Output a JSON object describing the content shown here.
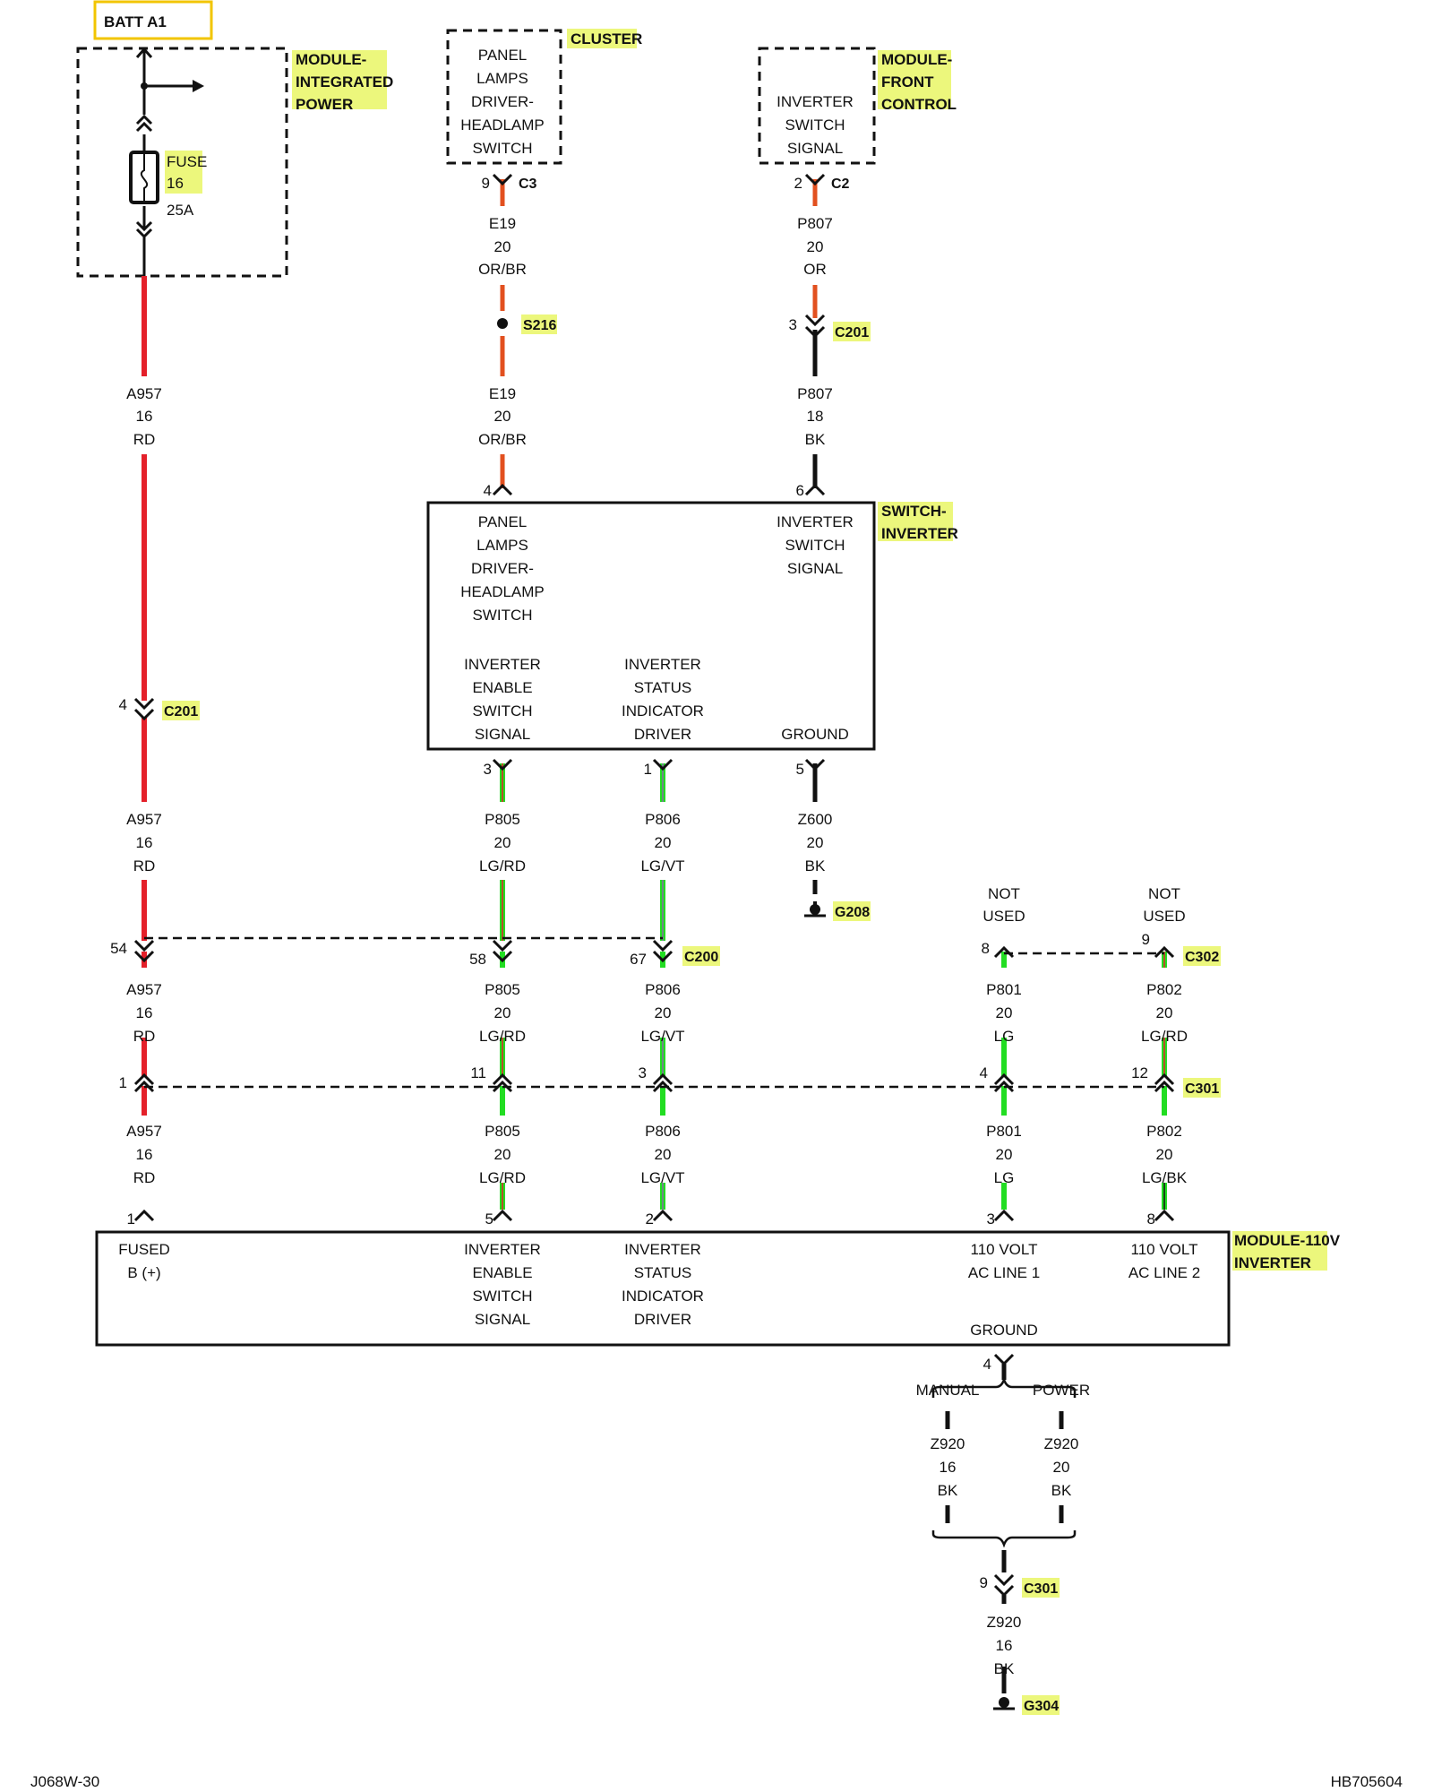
{
  "colors": {
    "wire_red": "#e4202a",
    "wire_orange": "#e2501f",
    "wire_green": "#22dd22",
    "wire_black": "#111111",
    "highlight": "#ecf77c",
    "batt_border": "#f2c500"
  },
  "source": {
    "label": "BATT A1"
  },
  "modules": {
    "integrated_power": {
      "name": [
        "MODULE-",
        "INTEGRATED",
        "POWER"
      ]
    },
    "cluster": {
      "name": "CLUSTER",
      "lines": [
        "PANEL",
        "LAMPS",
        "DRIVER-",
        "HEADLAMP",
        "SWITCH"
      ]
    },
    "front_control": {
      "name": [
        "MODULE-",
        "FRONT",
        "CONTROL"
      ],
      "lines": [
        "INVERTER",
        "SWITCH",
        "SIGNAL"
      ]
    },
    "switch_inverter": {
      "name": [
        "SWITCH-",
        "INVERTER"
      ],
      "panel_lamps": [
        "PANEL",
        "LAMPS",
        "DRIVER-",
        "HEADLAMP",
        "SWITCH"
      ],
      "inverter_switch": [
        "INVERTER",
        "SWITCH",
        "SIGNAL"
      ],
      "enable": [
        "INVERTER",
        "ENABLE",
        "SWITCH",
        "SIGNAL"
      ],
      "status": [
        "INVERTER",
        "STATUS",
        "INDICATOR",
        "DRIVER"
      ],
      "ground": "GROUND"
    },
    "inverter_110v": {
      "name": [
        "MODULE-110V",
        "INVERTER"
      ],
      "fused": [
        "FUSED",
        "B (+)"
      ],
      "enable": [
        "INVERTER",
        "ENABLE",
        "SWITCH",
        "SIGNAL"
      ],
      "status": [
        "INVERTER",
        "STATUS",
        "INDICATOR",
        "DRIVER"
      ],
      "ac1": [
        "110 VOLT",
        "AC LINE 1"
      ],
      "ac2": [
        "110 VOLT",
        "AC LINE 2"
      ],
      "ground": "GROUND"
    }
  },
  "fuse": {
    "label": [
      "FUSE",
      "16"
    ],
    "rating": "25A"
  },
  "connectors": {
    "c3": "C3",
    "c2": "C2",
    "c201": "C201",
    "s216": "S216",
    "c200": "C200",
    "c302": "C302",
    "c301": "C301",
    "g208": "G208",
    "g304": "G304"
  },
  "pins": {
    "cluster_9": "9",
    "front_2": "2",
    "c201_3": "3",
    "sw_4": "4",
    "sw_6": "6",
    "c201_4": "4",
    "sw_3": "3",
    "sw_1": "1",
    "sw_5": "5",
    "c200_54": "54",
    "c200_58": "58",
    "c200_67": "67",
    "c302_8": "8",
    "c302_9": "9",
    "c301_1": "1",
    "c301_11": "11",
    "c301_3": "3",
    "c301_4": "4",
    "c301_12": "12",
    "inv_1": "1",
    "inv_5": "5",
    "inv_2": "2",
    "inv_3": "3",
    "inv_8": "8",
    "inv_4": "4",
    "c301_9": "9"
  },
  "wires": {
    "e19_a": [
      "E19",
      "20",
      "OR/BR"
    ],
    "e19_b": [
      "E19",
      "20",
      "OR/BR"
    ],
    "p807_a": [
      "P807",
      "20",
      "OR"
    ],
    "p807_b": [
      "P807",
      "18",
      "BK"
    ],
    "a957_a": [
      "A957",
      "16",
      "RD"
    ],
    "a957_b": [
      "A957",
      "16",
      "RD"
    ],
    "a957_c": [
      "A957",
      "16",
      "RD"
    ],
    "a957_d": [
      "A957",
      "16",
      "RD"
    ],
    "p805_a": [
      "P805",
      "20",
      "LG/RD"
    ],
    "p805_b": [
      "P805",
      "20",
      "LG/RD"
    ],
    "p805_c": [
      "P805",
      "20",
      "LG/RD"
    ],
    "p806_a": [
      "P806",
      "20",
      "LG/VT"
    ],
    "p806_b": [
      "P806",
      "20",
      "LG/VT"
    ],
    "p806_c": [
      "P806",
      "20",
      "LG/VT"
    ],
    "z600": [
      "Z600",
      "20",
      "BK"
    ],
    "p801_a": [
      "P801",
      "20",
      "LG"
    ],
    "p801_b": [
      "P801",
      "20",
      "LG"
    ],
    "p802_a": [
      "P802",
      "20",
      "LG/RD"
    ],
    "p802_b": [
      "P802",
      "20",
      "LG/BK"
    ],
    "z920_manual": [
      "Z920",
      "16",
      "BK"
    ],
    "z920_power": [
      "Z920",
      "20",
      "BK"
    ],
    "z920_main": [
      "Z920",
      "16",
      "BK"
    ]
  },
  "notes": {
    "not_used_1": [
      "NOT",
      "USED"
    ],
    "not_used_2": [
      "NOT",
      "USED"
    ],
    "manual": "MANUAL",
    "power": "POWER"
  },
  "footer": {
    "left": "J068W-30",
    "right": "HB705604"
  }
}
